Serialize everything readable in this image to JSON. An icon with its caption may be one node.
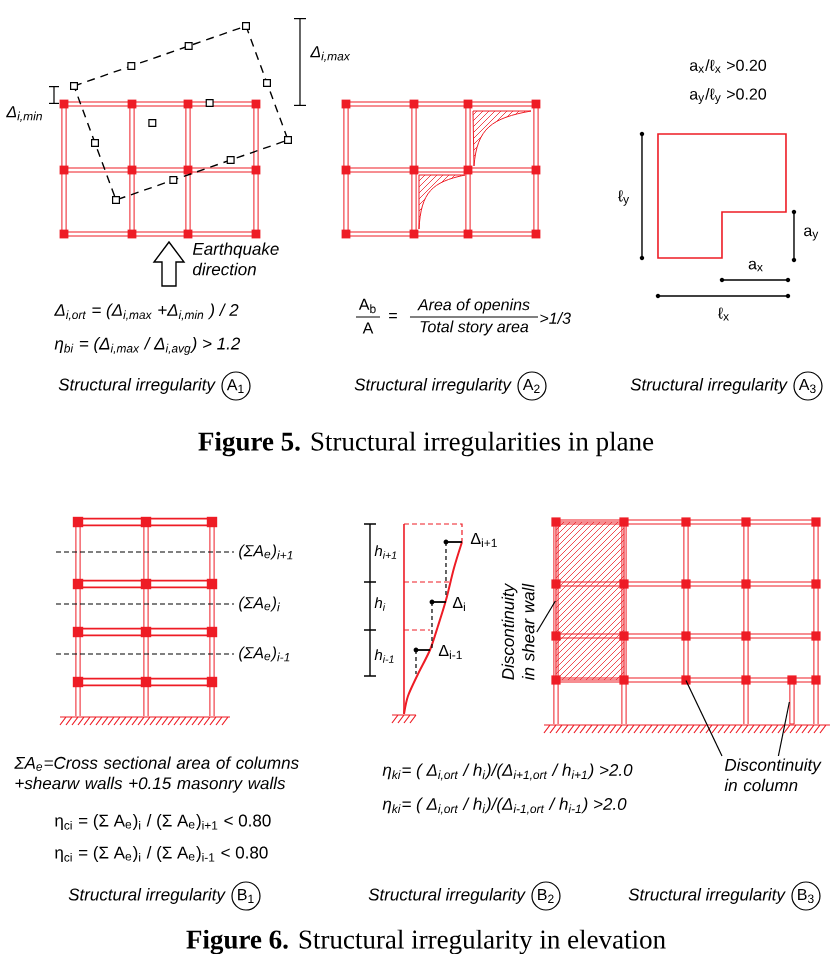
{
  "diagram": {
    "nodes": [
      {
        "text": [
          "A$_{1}$"
        ],
        "beside": [
          "Structural irregularity"
        ]
      },
      {
        "text": [
          "A$_{2}$"
        ],
        "beside": [
          "Structural irregularity"
        ]
      },
      {
        "text": [
          "A$_{3}$"
        ],
        "beside": [
          "Structural irregularity"
        ]
      },
      {
        "text": [
          "Discontinuity in shear wall"
        ]
      },
      {
        "text": [],
        "shape": "box"
      },
      {
        "text": [],
        "shape": "bar"
      },
      {
        "text": [],
        "shape": "bar"
      },
      {
        "text": [
          "Discontinuity in column"
        ]
      },
      {
        "text": [
          "B$_{1}$"
        ],
        "beside": [
          "Structural irregularity"
        ]
      },
      {
        "text": [
          "B$_{2}$"
        ],
        "beside": [
          "Structural irregularity"
        ]
      },
      {
        "text": [
          "B$_{3}$"
        ],
        "beside": [
          "Structural irregularity"
        ]
      }
    ],
    "edges": [
      {
        "from": 3,
        "to": 4,
        "arrow": "none"
      },
      {
        "from": 7,
        "to": 5,
        "arrow": "none"
      },
      {
        "from": 7,
        "to": 6,
        "arrow": "none"
      }
    ],
    "labels": [
      "Δ$_{i,max}$",
      "Δ$_{i,min}$",
      "Earthquake direction",
      "Δ$_{i,ort}$ = (Δ$_{i,max}$ +Δ$_{i,min}$ ) / 2",
      "η$_{bi}$ = (Δ$_{i,max}$ / Δ$_{i,avg}$) > 1.2",
      "A$_{b}$",
      "A",
      "=",
      "Area of openins",
      "Total story area",
      ">1/3",
      "a$_{x}$/ℓ$_{x}$ >0.20",
      "a$_{y}$/ℓ$_{y}$ >0.20",
      "ℓ$_{y}$",
      "a$_{y}$",
      "a$_{x}$",
      "ℓ$_{x}$",
      "**Figure 5.** Structural irregularities in plane",
      "(ΣA$_{e}$)$_{i+1}$",
      "(ΣA$_{e}$)$_{i}$",
      "(ΣA$_{e}$)$_{i-1}$",
      "ΣA$_{e}$=Cross sectional area of columns +shearw walls +0.15 masonry walls",
      "η$_{ci}$ = (Σ A$_{e}$)$_{i}$ / (Σ A$_{e}$)$_{i+1}$ < 0.80",
      "η$_{ci}$ = (Σ A$_{e}$)$_{i}$ / (Σ A$_{e}$)$_{i-1}$ < 0.80",
      "h$_{i+1}$",
      "Δ$_{i+1}$",
      "h$_{i}$",
      "Δ$_{i}$",
      "h$_{i-1}$",
      "Δ$_{i-1}$",
      "η$_{ki}$= ( Δ$_{i,ort}$ / h$_{i}$)/(Δ$_{i+1,ort}$ / h$_{i+1}$) >2.0",
      "η$_{ki}$= ( Δ$_{i,ort}$ / h$_{i}$)/(Δ$_{i-1,ort}$ / h$_{i-1}$) >2.0",
      "**Figure 6.** Structural irregularity in elevation"
    ]
  }
}
